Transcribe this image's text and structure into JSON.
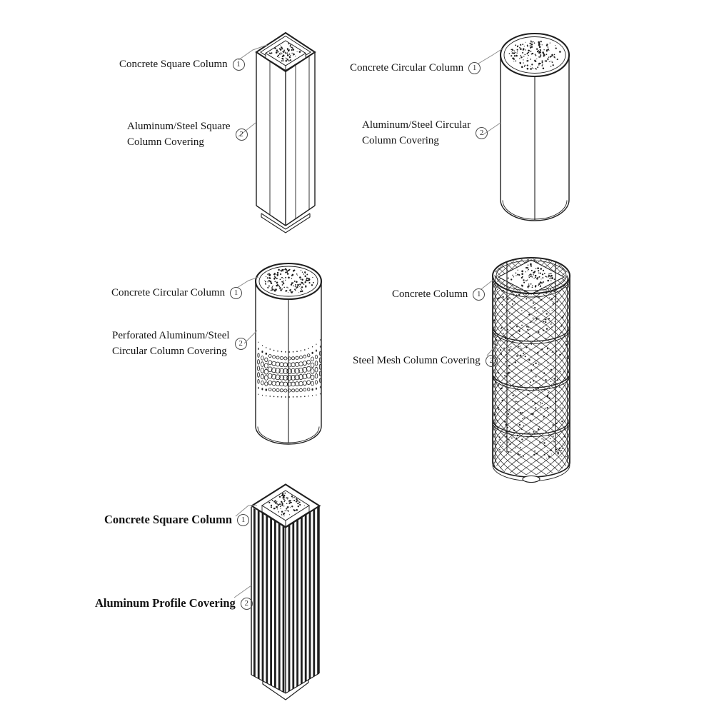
{
  "colors": {
    "line": "#1f1f1f",
    "leader": "#8c8c8c",
    "background": "#ffffff",
    "text": "#141414"
  },
  "diagrams": [
    {
      "callouts": [
        {
          "lines": [
            "Concrete Square Column"
          ],
          "number": "1"
        },
        {
          "lines": [
            "Aluminum/Steel Square",
            "Column Covering"
          ],
          "number": "2"
        }
      ]
    },
    {
      "callouts": [
        {
          "lines": [
            "Concrete Circular Column"
          ],
          "number": "1"
        },
        {
          "lines": [
            "Aluminum/Steel Circular",
            "Column Covering"
          ],
          "number": "2"
        }
      ]
    },
    {
      "callouts": [
        {
          "lines": [
            "Concrete Circular Column"
          ],
          "number": "1"
        },
        {
          "lines": [
            "Perforated Aluminum/Steel",
            "Circular Column Covering"
          ],
          "number": "2"
        }
      ]
    },
    {
      "callouts": [
        {
          "lines": [
            "Concrete Column"
          ],
          "number": "1"
        },
        {
          "lines": [
            "Steel Mesh Column Covering"
          ],
          "number": "2"
        }
      ]
    },
    {
      "callouts": [
        {
          "lines": [
            "Concrete Square Column"
          ],
          "number": "1"
        },
        {
          "lines": [
            "Aluminum Profile Covering"
          ],
          "number": "2"
        }
      ]
    }
  ]
}
